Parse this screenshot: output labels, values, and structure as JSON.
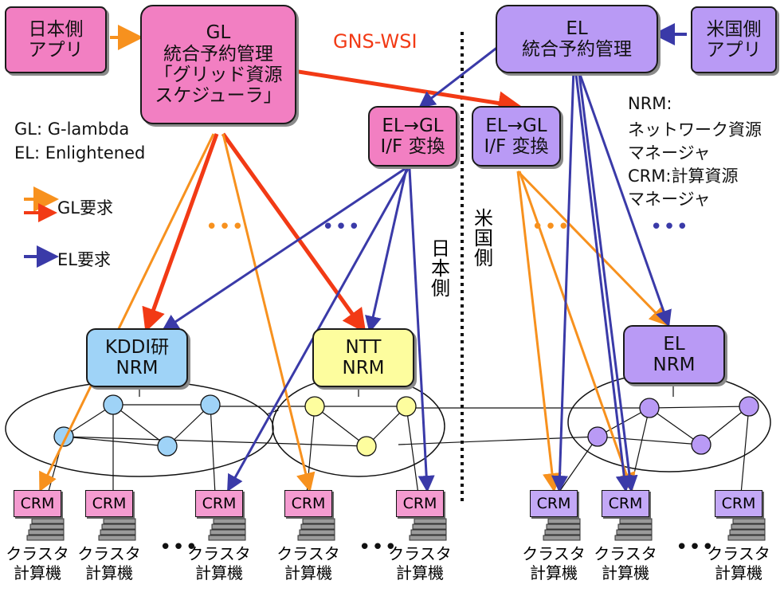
{
  "apps": {
    "japan": "日本側\nアプリ",
    "us": "米国側\nアプリ"
  },
  "gl_manager": {
    "line1": "GL",
    "line2": "統合予約管理",
    "line3": "「グリッド資源",
    "line4": "スケジューラ」"
  },
  "el_manager": {
    "line1": "EL",
    "line2": "統合予約管理"
  },
  "gns_wsi": "GNS-WSI",
  "converters": {
    "left_line1": "EL→GL",
    "left_line2": "I/F 変換",
    "right_line1": "EL→GL",
    "right_line2": "I/F 変換"
  },
  "abbrev": {
    "gl": "GL: G-lambda",
    "el": "EL: Enlightened"
  },
  "notes": {
    "nrm_line1": "NRM:",
    "nrm_line2": "ネットワーク資源",
    "nrm_line3": "マネージャ",
    "crm_line1": "CRM:計算資源",
    "crm_line2": "マネージャ"
  },
  "legend": {
    "gl": "GL要求",
    "el": "EL要求"
  },
  "side_labels": {
    "japan": "日本側",
    "us": "米国側"
  },
  "nrms": {
    "kddi_line1": "KDDI研",
    "kddi_line2": "NRM",
    "ntt_line1": "NTT",
    "ntt_line2": "NRM",
    "el_line1": "EL",
    "el_line2": "NRM"
  },
  "crm_label": "CRM",
  "cluster_line1": "クラスタ",
  "cluster_line2": "計算機",
  "ellipsis": "•••",
  "colors": {
    "gl_orange": "#f7911e",
    "gl_red": "#f23a15",
    "el_blue": "#3a3aa8",
    "pink": "#f27fc2",
    "purple": "#b99af5",
    "blue_node": "#9fd3f7",
    "yellow_node": "#fdfd9e"
  }
}
